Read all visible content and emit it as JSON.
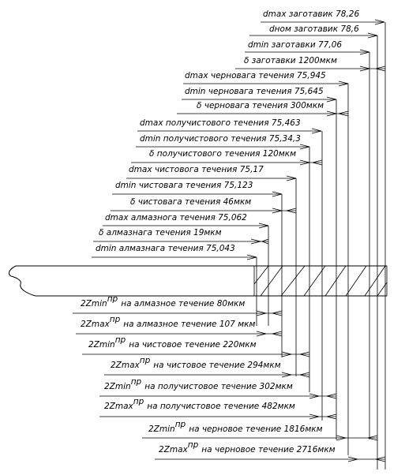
{
  "top_labels": [
    "dmax заготавик 78,26",
    "dном заготавик 78,6",
    "dmin заготавки 77,06",
    "δ заготавки 1200мкм",
    "dmax черновага течения 75,945",
    "dmin черновага течения 75,645",
    "δ черновага течения 300мкм",
    "dmax получистового течения 75,463",
    "dmin получистового течения 75,34,3",
    "δ получистового течения 120мкм",
    "dmax чистовога течения 75,17",
    "dmin чистовага течения 75,123",
    "δ чистовага течения 46мкм",
    "dmax алмазнога течения 75,062",
    "δ алмазнага течения 19мкм",
    "dmin алмазнага течения 75,043"
  ],
  "bottom_labels": [
    {
      "main": "2Zmin",
      "sup": "пр",
      "rest": "на алмазное течение 80мкм"
    },
    {
      "main": "2Zmax",
      "sup": "пр",
      "rest": "на алмазное течение 107 мкм"
    },
    {
      "main": "2Zmin",
      "sup": "пр",
      "rest": "на чистовое течение 220мкм"
    },
    {
      "main": "2Zmax",
      "sup": "пр",
      "rest": "на чистовое течение 294мкм"
    },
    {
      "main": "2Zmin",
      "sup": "пр",
      "rest": "на получистовое течение 302мкм"
    },
    {
      "main": "2Zmax",
      "sup": "пр",
      "rest": "на получистовое течение 482мкм"
    },
    {
      "main": "2Zmin",
      "sup": "пр",
      "rest": "на черновое течение 1816мкм"
    },
    {
      "main": "2Zmax",
      "sup": "пр",
      "rest": "на черновое течение 2716мкм"
    }
  ]
}
